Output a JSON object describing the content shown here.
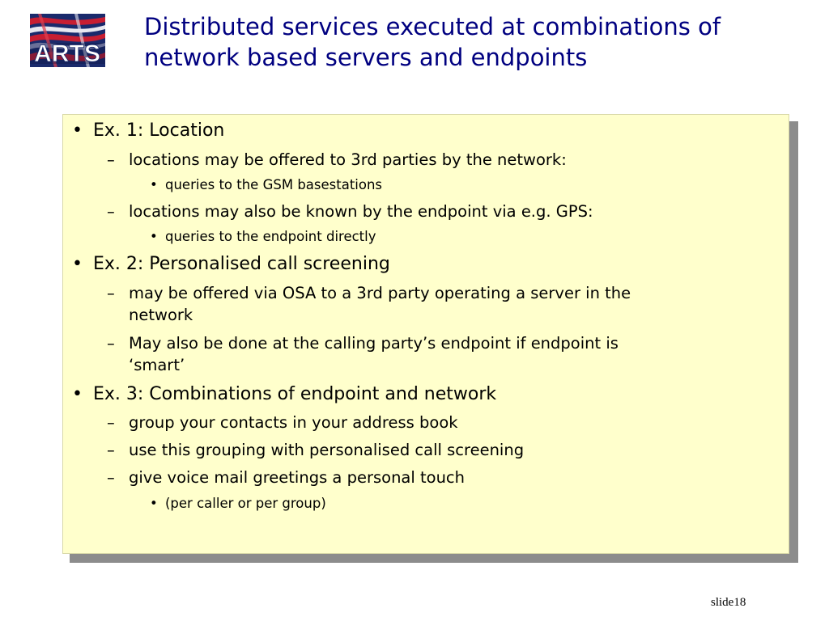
{
  "logo": {
    "text": "ARTS"
  },
  "title": {
    "line1": "Distributed services executed at combinations of",
    "line2": "network based servers and endpoints"
  },
  "bullets": {
    "ex1": "Ex. 1: Location",
    "ex1_a": "locations may be offered to 3rd parties by the network:",
    "ex1_a_i": "queries to the GSM basestations",
    "ex1_b": "locations may also be known by the endpoint via e.g. GPS:",
    "ex1_b_i": "queries to the endpoint directly",
    "ex2": "Ex. 2: Personalised call screening",
    "ex2_a_line1": "may be offered via OSA to a 3rd party operating a server in the",
    "ex2_a_line2": "network",
    "ex2_b_line1": "May also be done at the calling party’s endpoint if endpoint is",
    "ex2_b_line2": "‘smart’",
    "ex3": "Ex. 3: Combinations of endpoint and network",
    "ex3_a": "group your contacts in your address book",
    "ex3_b": "use this grouping with personalised call screening",
    "ex3_c": "give voice mail greetings a personal touch",
    "ex3_c_i": "(per caller or per group)"
  },
  "markers": {
    "level1": "•",
    "level2": "–",
    "level3": "•"
  },
  "footer": {
    "slide_label": "slide18"
  },
  "colors": {
    "title": "#000080",
    "box_fill": "#ffffcc",
    "shadow": "#8c8c8c"
  }
}
